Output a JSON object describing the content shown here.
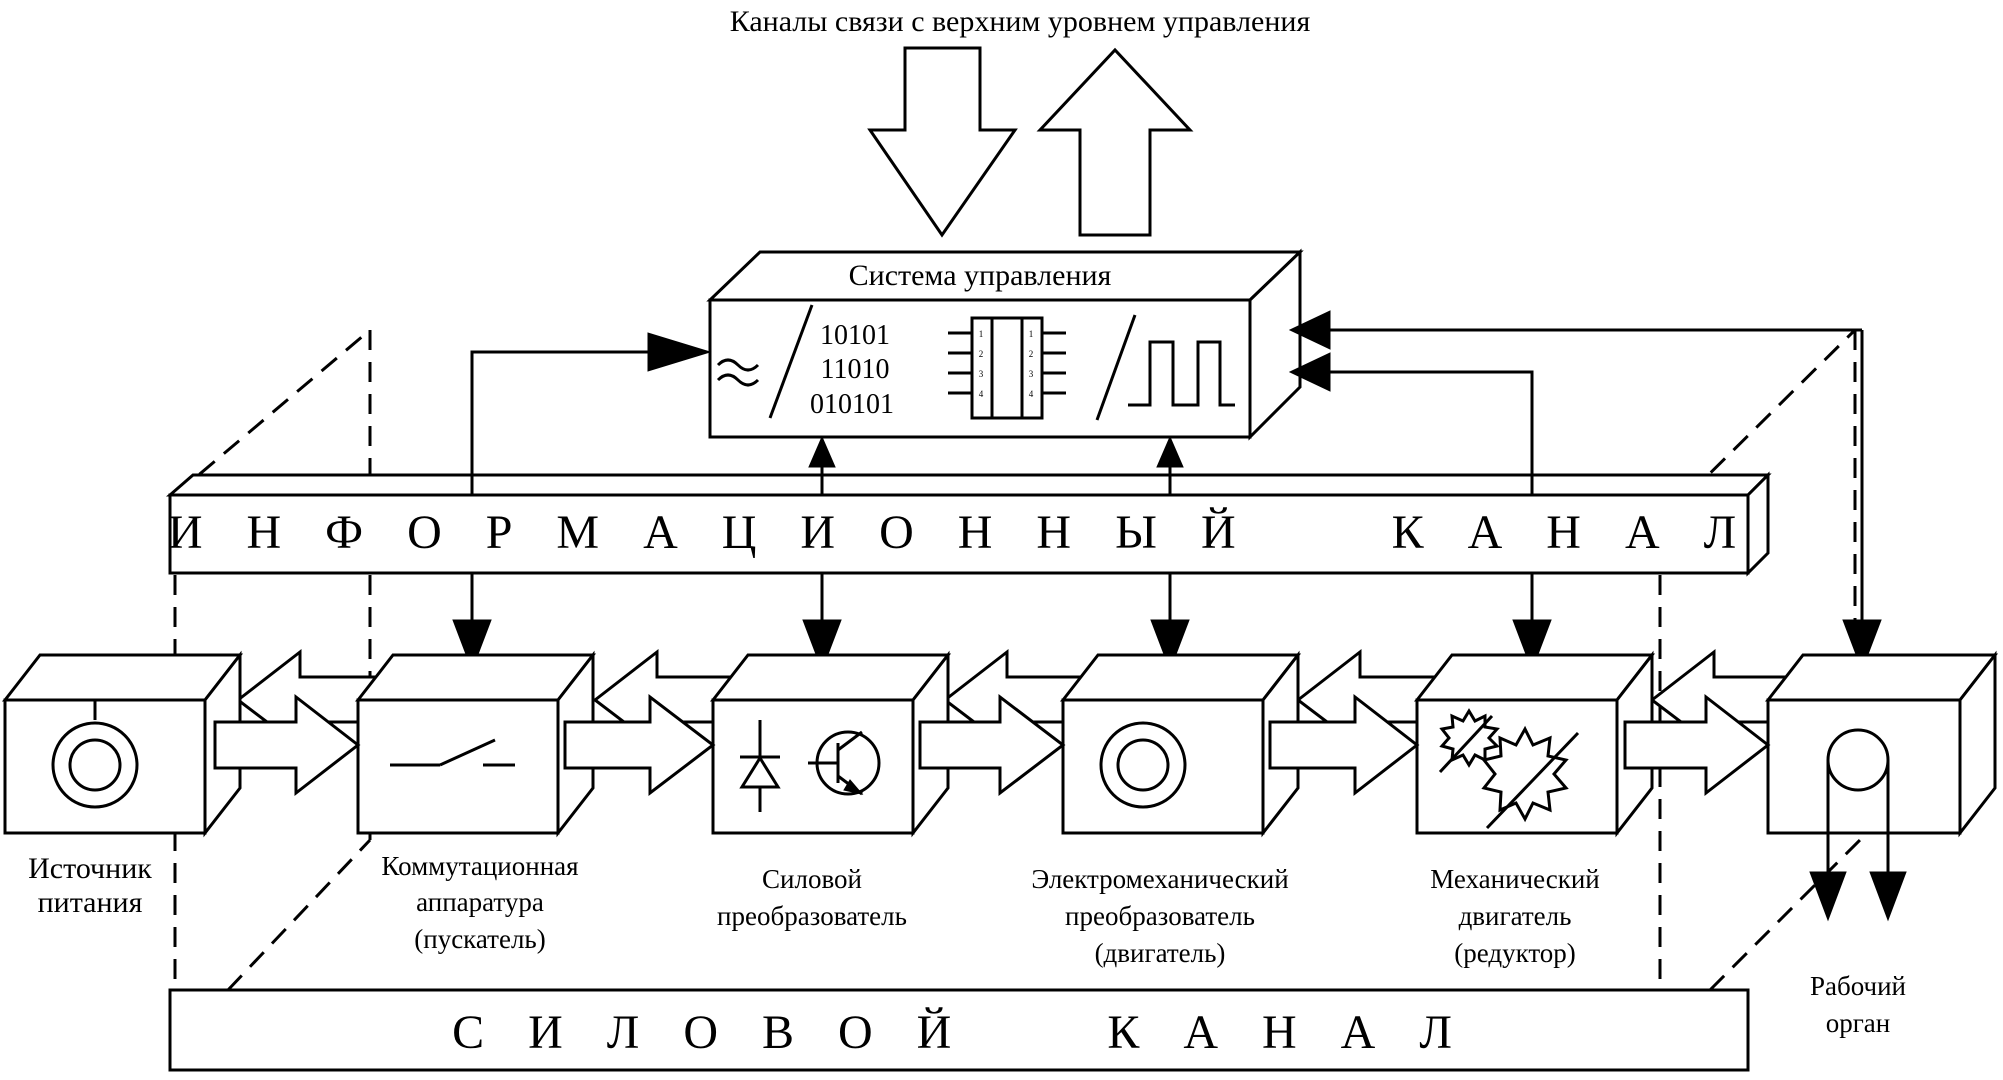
{
  "top_caption": "Каналы связи с верхним уровнем  управления",
  "control_system": {
    "title": "Система управления",
    "binary": [
      "10101",
      "11010",
      "010101"
    ],
    "chip_pins": [
      "1",
      "2",
      "3",
      "4"
    ]
  },
  "info_channel": "И Н Ф О Р М А Ц И О Н Н Ы Й     К А Н А Л",
  "power_channel": "С И Л О В О Й     К А Н А Л",
  "blocks": [
    {
      "id": "source",
      "lines": [
        "Источник",
        "питания"
      ]
    },
    {
      "id": "switch",
      "lines": [
        "Коммутационная",
        "аппаратура",
        "(пускатель)"
      ]
    },
    {
      "id": "converter",
      "lines": [
        "Силовой",
        "преобразователь"
      ]
    },
    {
      "id": "motor",
      "lines": [
        "Электромеханический",
        "преобразователь",
        "(двигатель)"
      ]
    },
    {
      "id": "gearbox",
      "lines": [
        "Механический",
        "двигатель",
        "(редуктор)"
      ]
    },
    {
      "id": "workpiece",
      "lines": [
        "Рабочий",
        "орган"
      ]
    }
  ]
}
